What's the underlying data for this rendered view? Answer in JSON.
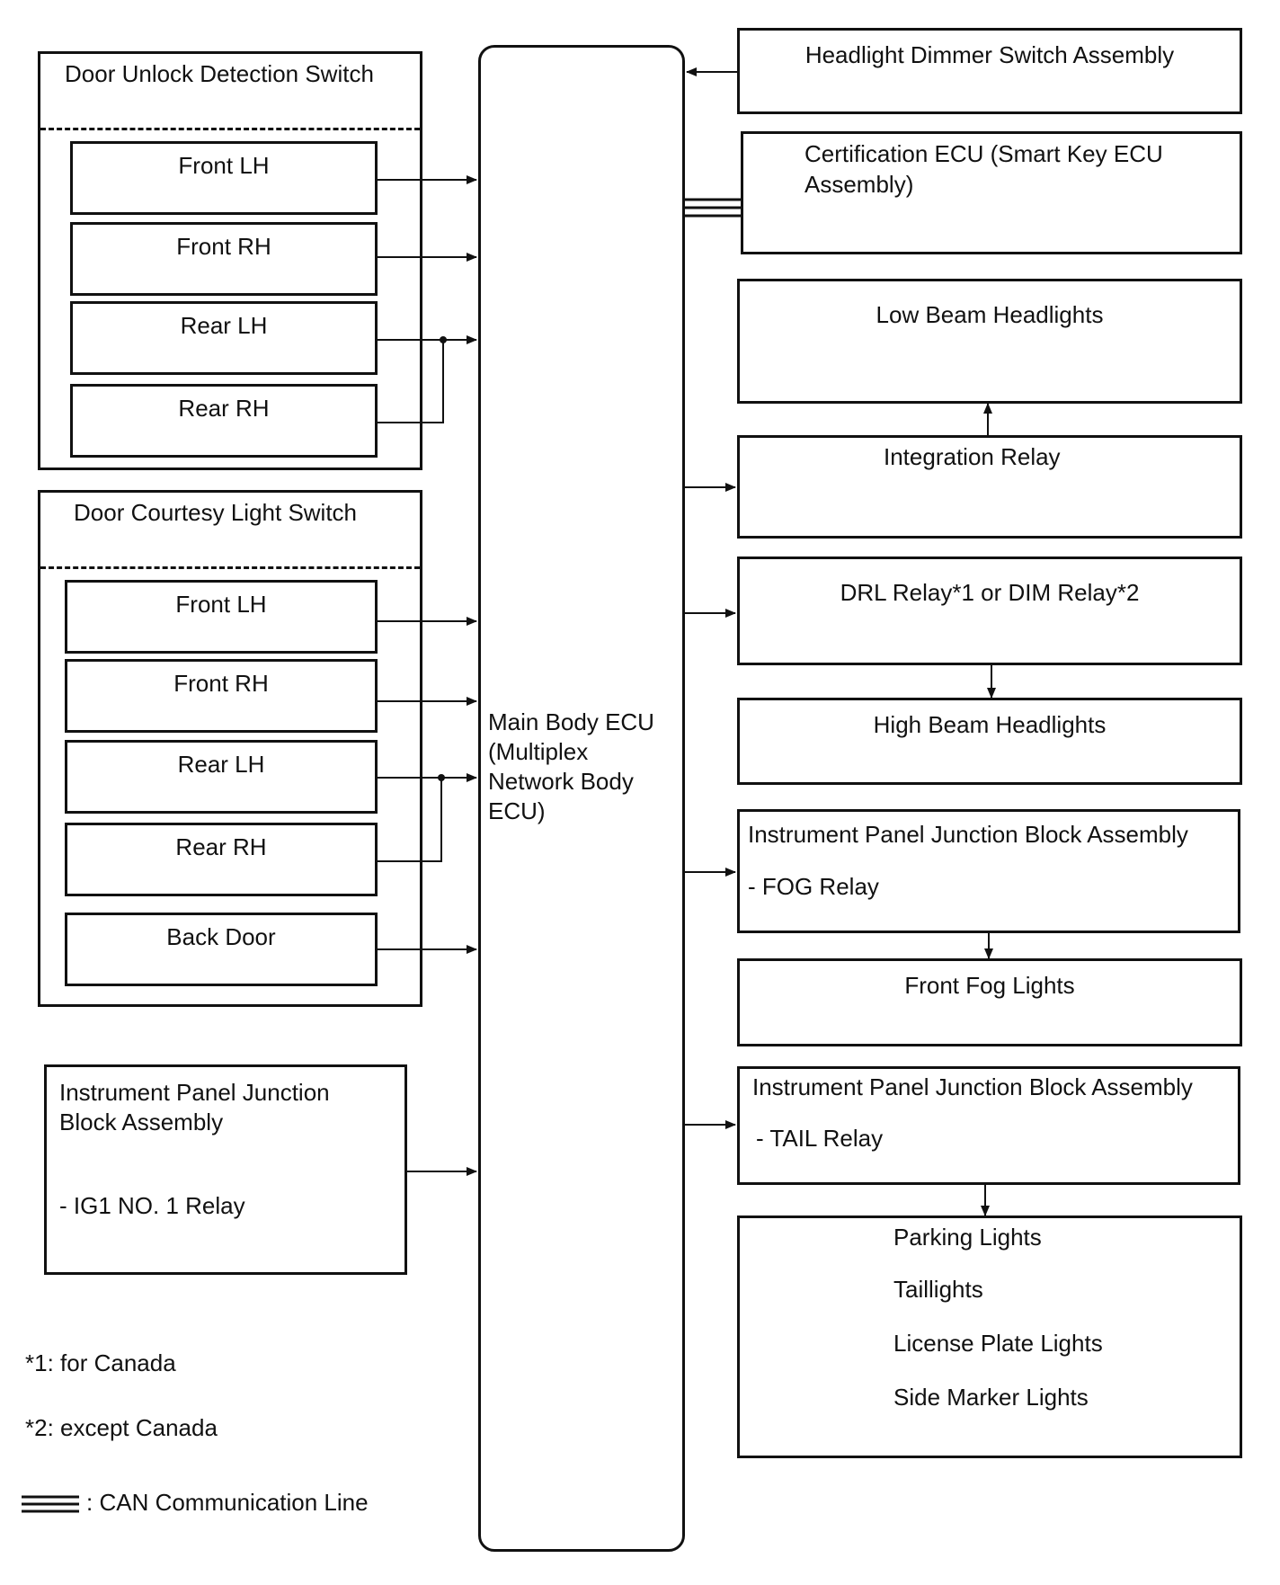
{
  "unlock_switch": {
    "title": "Door Unlock Detection Switch",
    "items": [
      "Front LH",
      "Front RH",
      "Rear LH",
      "Rear RH"
    ]
  },
  "courtesy_switch": {
    "title": "Door Courtesy Light Switch",
    "items": [
      "Front LH",
      "Front RH",
      "Rear LH",
      "Rear RH",
      "Back Door"
    ]
  },
  "ig1_block": {
    "line1": "Instrument Panel Junction",
    "line2": "Block Assembly",
    "sub": "- IG1 NO. 1 Relay"
  },
  "main_ecu": {
    "line1": "Main Body ECU",
    "line2": "(Multiplex",
    "line3": "Network Body",
    "line4": "ECU)"
  },
  "right": {
    "dimmer": "Headlight Dimmer Switch Assembly",
    "cert_line1": "Certification ECU (Smart Key ECU",
    "cert_line2": "Assembly)",
    "low_beam": "Low Beam Headlights",
    "integration": "Integration Relay",
    "drl": "DRL Relay*1 or DIM Relay*2",
    "high_beam": "High Beam Headlights",
    "ipjb_fog_title": "Instrument Panel Junction Block Assembly",
    "ipjb_fog_sub": "- FOG Relay",
    "front_fog": "Front Fog Lights",
    "ipjb_tail_title": "Instrument Panel Junction Block Assembly",
    "ipjb_tail_sub": "- TAIL Relay",
    "lights": [
      "Parking Lights",
      "Taillights",
      "License Plate Lights",
      "Side Marker Lights"
    ]
  },
  "notes": {
    "note1": "*1: for Canada",
    "note2": "*2: except Canada",
    "legend": ": CAN Communication Line"
  }
}
